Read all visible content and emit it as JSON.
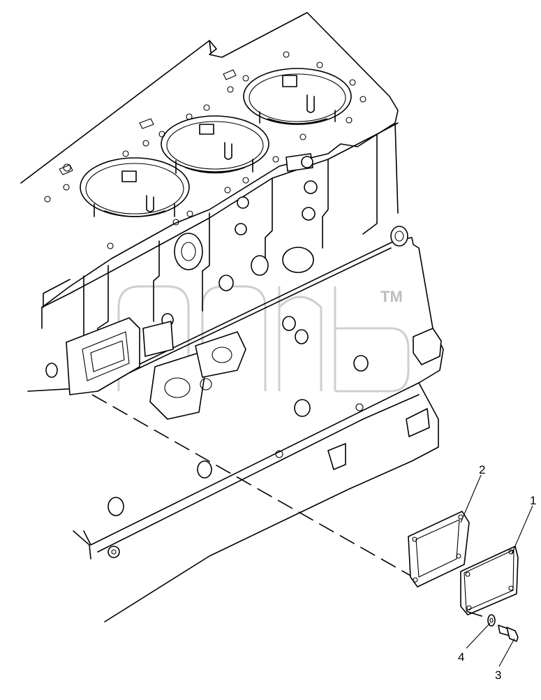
{
  "diagram": {
    "callouts": [
      {
        "id": "1",
        "label": "1"
      },
      {
        "id": "2",
        "label": "2"
      },
      {
        "id": "3",
        "label": "3"
      },
      {
        "id": "4",
        "label": "4"
      }
    ],
    "watermark": {
      "mark": "TM"
    },
    "icons": [
      "engine-block-drawing",
      "gasket-icon",
      "cover-plate-icon",
      "bolt-icon",
      "washer-icon"
    ]
  }
}
